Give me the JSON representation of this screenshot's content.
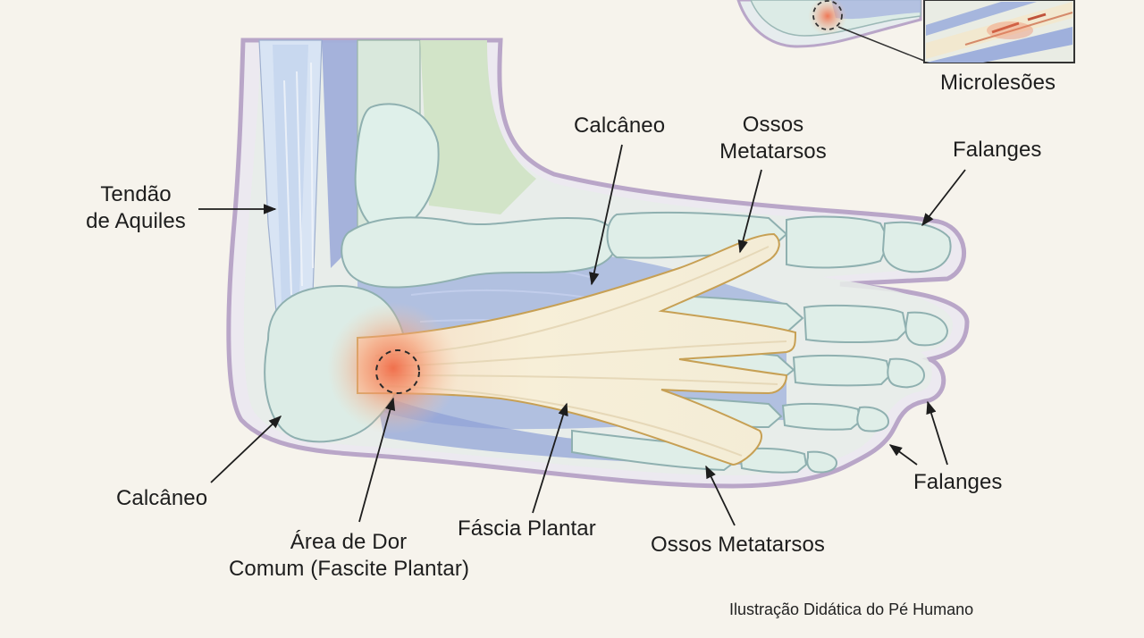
{
  "labels": {
    "tendao_aquiles": [
      "Tendão",
      "de Aquiles"
    ],
    "calcaneo_top": "Calcâneo",
    "metatarsos_top": [
      "Ossos",
      "Metatarsos"
    ],
    "falanges_top": "Falanges",
    "microlesoes": "Microlesões",
    "calcaneo_bottom": "Calcâneo",
    "area_dor": [
      "Área de Dor",
      "Comum (Fascite Plantar)"
    ],
    "fascia_plantar": "Fáscia Plantar",
    "metatarsos_bottom": "Ossos Metatarsos",
    "falanges_bottom": "Falanges"
  },
  "credit": "Ilustração Didática do Pé Humano",
  "colors": {
    "background": "#f6f3ec",
    "skin_outline": "#b9a6c8",
    "bone": "#dfeee8",
    "muscle_blue": "#9fb0dc",
    "tendon_green": "#cfe2c4",
    "fascia": "#f3ead2",
    "pain": "#f27a52"
  }
}
